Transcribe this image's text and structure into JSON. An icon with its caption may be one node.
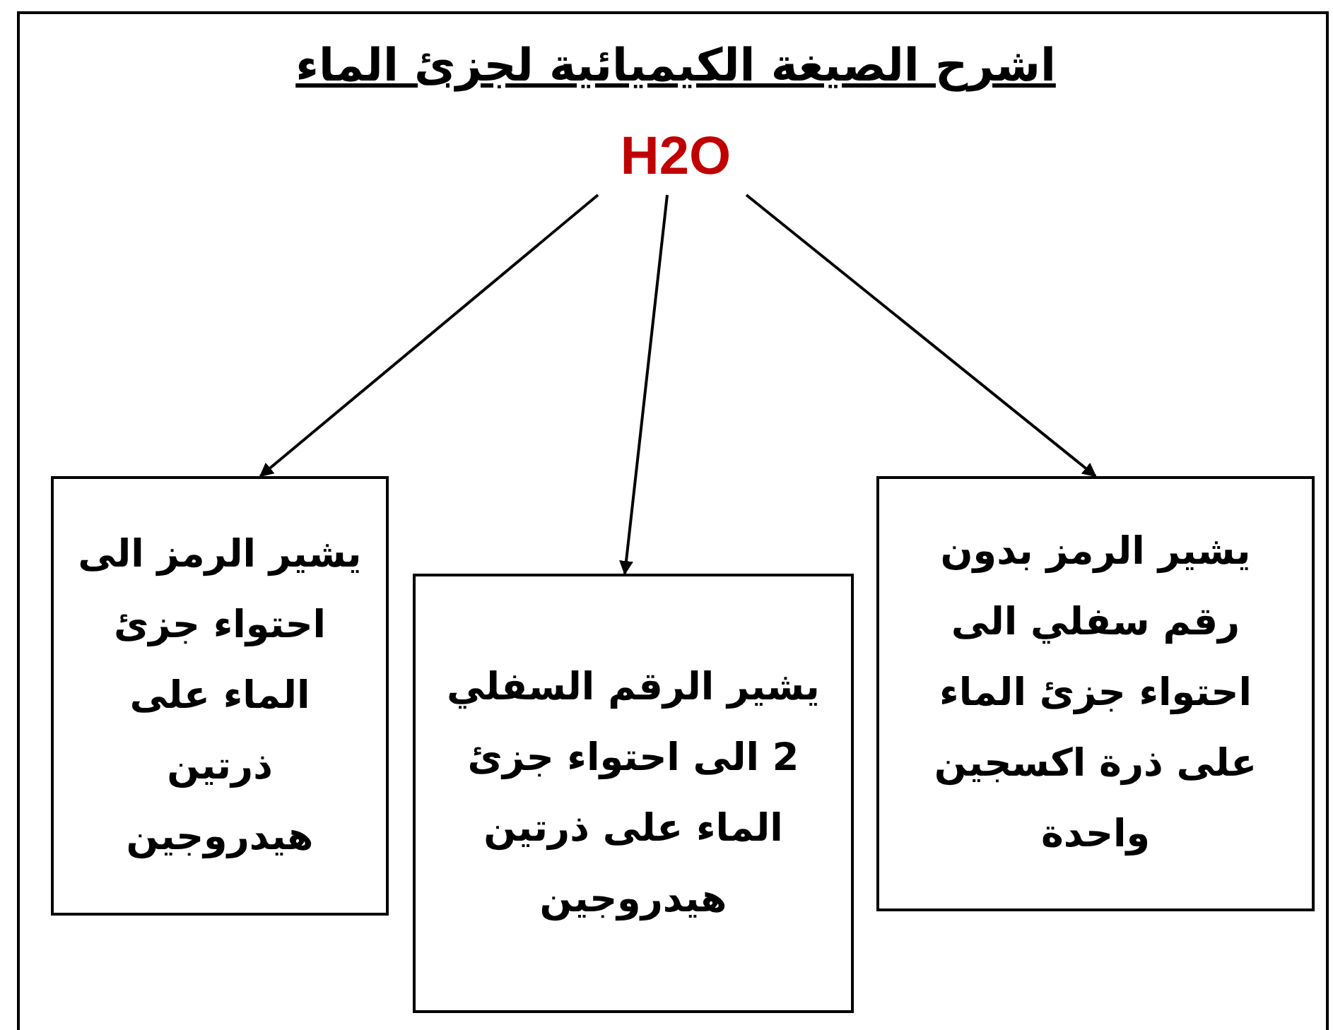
{
  "diagram": {
    "title": "اشرح الصيغة الكيميائية لجزئ الماء",
    "nodes": [
      {
        "text": [
          "H2O"
        ]
      },
      {
        "text": [
          "يشير الرمز بدون رقم سفلي الى احتواء جزئ الماء على ذرة اكسجين واحدة"
        ]
      },
      {
        "text": [
          "يشير الرقم السفلي 2 الى احتواء جزئ الماء على ذرتين هيدروجين"
        ]
      },
      {
        "text": [
          "يشير الرمز الى احتواء جزئ الماء على ذرتين هيدروجين"
        ]
      }
    ],
    "edges": [
      {
        "from": 0,
        "to": 3,
        "arrow": "to"
      },
      {
        "from": 0,
        "to": 2,
        "arrow": "to"
      },
      {
        "from": 0,
        "to": 1,
        "arrow": "to"
      }
    ]
  }
}
